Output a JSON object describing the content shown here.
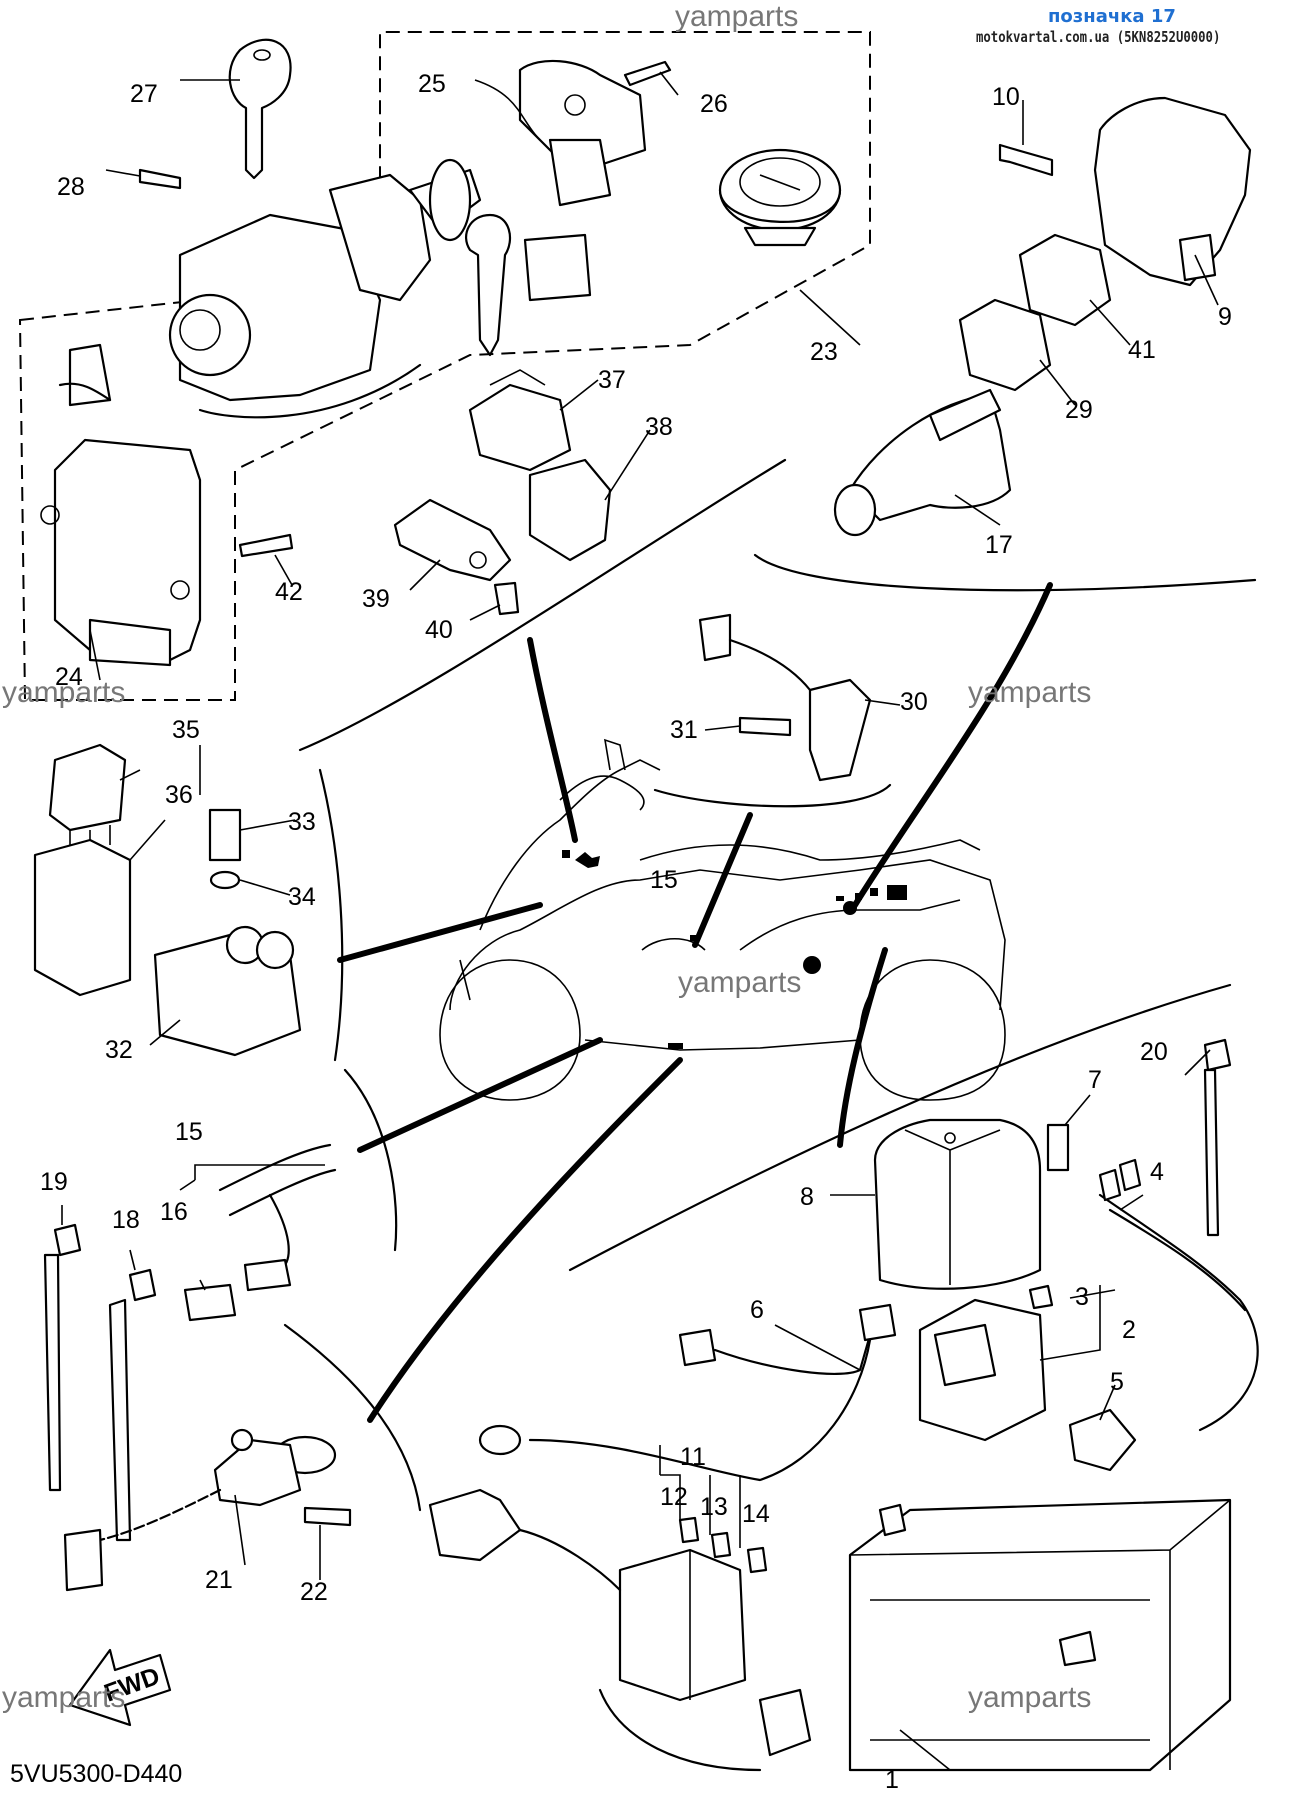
{
  "header": {
    "title": "позначка 17",
    "source": "motokvartal.com.ua (5KN8252U0000)"
  },
  "watermark": "yamparts",
  "diagram_code": "5VU5300-D440",
  "fwd_label": "FWD",
  "callouts": [
    "1",
    "2",
    "3",
    "4",
    "5",
    "6",
    "7",
    "8",
    "9",
    "10",
    "11",
    "12",
    "13",
    "14",
    "15",
    "15",
    "16",
    "17",
    "18",
    "19",
    "20",
    "21",
    "22",
    "23",
    "24",
    "25",
    "26",
    "27",
    "28",
    "29",
    "30",
    "31",
    "32",
    "33",
    "34",
    "35",
    "36",
    "37",
    "38",
    "39",
    "40",
    "41",
    "42"
  ]
}
